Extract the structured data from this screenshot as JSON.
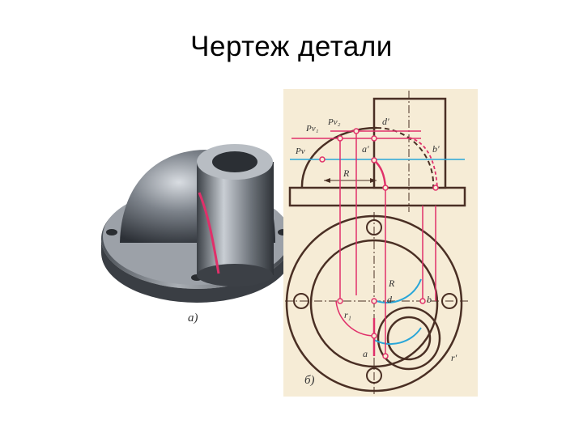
{
  "title": "Чертеж детали",
  "figures": {
    "left_caption": "а)",
    "right_caption": "б)"
  },
  "labels": {
    "pv1": "Pv₁",
    "pv2": "Pv₂",
    "pv": "Pv",
    "d_prime": "d'",
    "a_prime": "a'",
    "b_prime": "b'",
    "r_front": "R",
    "r_top": "R",
    "r1": "r₁",
    "d": "d",
    "b": "b",
    "a": "a",
    "r_prime": "r'"
  },
  "colors": {
    "outline": "#4a2f24",
    "pink": "#e0306a",
    "blue": "#29a6d8",
    "paper": "#f6ecd6",
    "metal": "#6a6f76"
  }
}
